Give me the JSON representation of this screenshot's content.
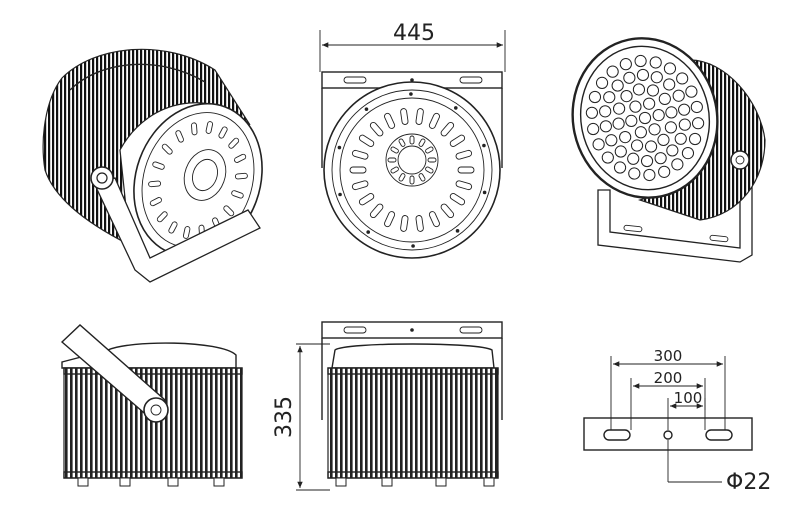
{
  "drawing": {
    "dimensions": {
      "width_label": "445",
      "height_label": "335",
      "bracket_300": "300",
      "bracket_200": "200",
      "bracket_100": "100",
      "hole_diameter": "Φ22"
    },
    "views": {
      "rear_iso": "rear-isometric-view",
      "rear_ortho": "rear-orthographic-view",
      "front_iso": "front-isometric-view",
      "side": "side-view",
      "front_side": "front-elevation-view",
      "bracket": "mounting-bracket-view"
    }
  }
}
